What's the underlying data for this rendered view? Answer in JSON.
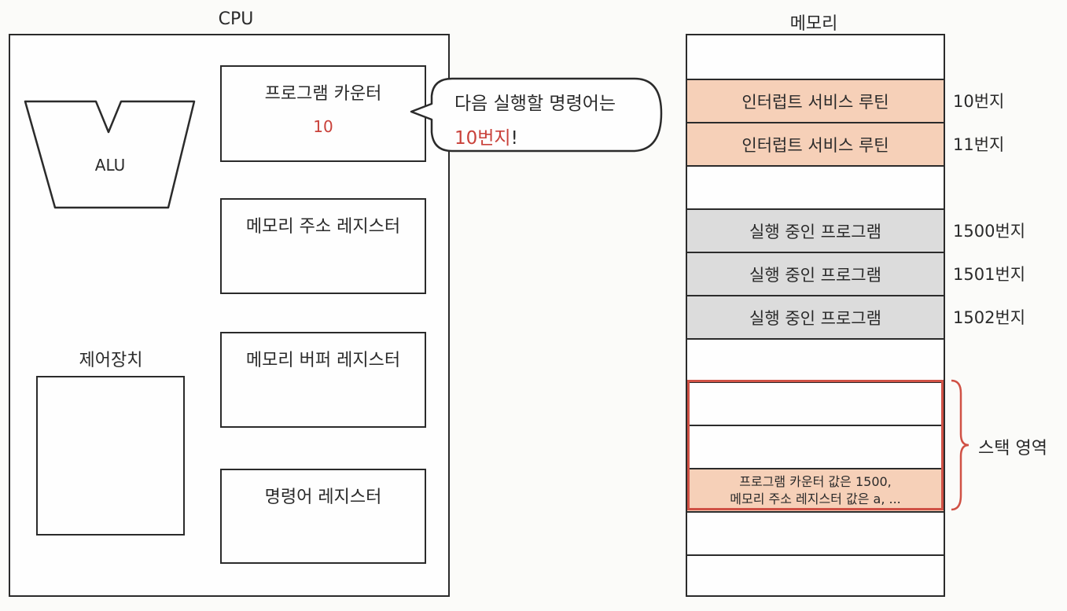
{
  "cpu": {
    "title": "CPU",
    "alu_label": "ALU",
    "control_unit_label": "제어장치",
    "registers": [
      {
        "label": "프로그램 카운터",
        "value": "10"
      },
      {
        "label": "메모리 주소 레지스터",
        "value": ""
      },
      {
        "label": "메모리 버퍼 레지스터",
        "value": ""
      },
      {
        "label": "명령어 레지스터",
        "value": ""
      }
    ]
  },
  "bubble": {
    "line1": "다음 실행할 명령어는",
    "line2_highlight": "10번지",
    "line2_rest": "!"
  },
  "memory": {
    "title": "메모리",
    "rows": [
      {
        "text": "",
        "address": ""
      },
      {
        "text": "인터럽트 서비스 루틴",
        "address": "10번지",
        "color": "#f6d0b8"
      },
      {
        "text": "인터럽트 서비스 루틴",
        "address": "11번지",
        "color": "#f6d0b8"
      },
      {
        "text": "",
        "address": ""
      },
      {
        "text": "실행 중인 프로그램",
        "address": "1500번지",
        "color": "#dcdcdc"
      },
      {
        "text": "실행 중인 프로그램",
        "address": "1501번지",
        "color": "#dcdcdc"
      },
      {
        "text": "실행 중인 프로그램",
        "address": "1502번지",
        "color": "#dcdcdc"
      },
      {
        "text": "",
        "address": ""
      },
      {
        "text": "",
        "address": ""
      },
      {
        "text": "",
        "address": ""
      },
      {
        "text": "프로그램 카운터 값은 1500,\n메모리 주소 레지스터 값은 a, ...",
        "address": "",
        "color": "#f6d0b8"
      },
      {
        "text": "",
        "address": ""
      },
      {
        "text": "",
        "address": ""
      }
    ],
    "stack_label": "스택 영역"
  },
  "colors": {
    "accent_red": "#c9413a",
    "peach": "#f6d0b8",
    "gray": "#dcdcdc",
    "line": "#2b2b2b"
  }
}
